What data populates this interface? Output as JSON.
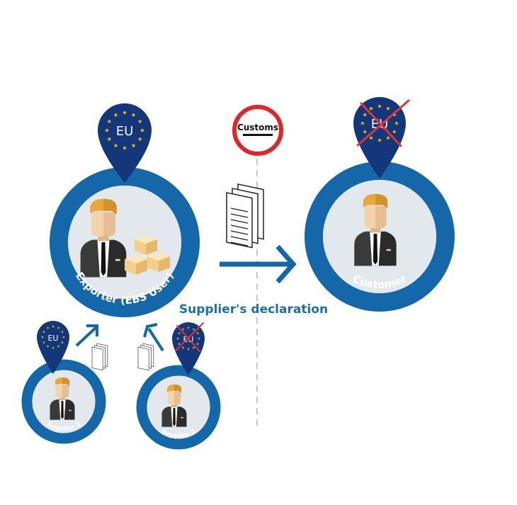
{
  "pins": {
    "exporter": "EU",
    "customer": "EU",
    "supplier1": "EU",
    "supplier2": "EU"
  },
  "labels": {
    "exporter": "Exporter (EBS User)",
    "customer": "Customer",
    "supplier1": "Supplier 1",
    "supplier2": "Supplier 2"
  },
  "customs_sign": "Customs",
  "declaration_caption": "Supplier's declaration",
  "colors": {
    "ring": "#1467a8",
    "inner": "#e3e8ec",
    "pin": "#14367a",
    "star": "#f2c200",
    "arrow": "#1467a8",
    "sign_red": "#e0262b",
    "cross": "#e8323a"
  },
  "icons": {
    "person": "businessman-icon",
    "document": "document-stack-icon",
    "box": "parcel-box-icon",
    "cross": "red-x-icon"
  }
}
